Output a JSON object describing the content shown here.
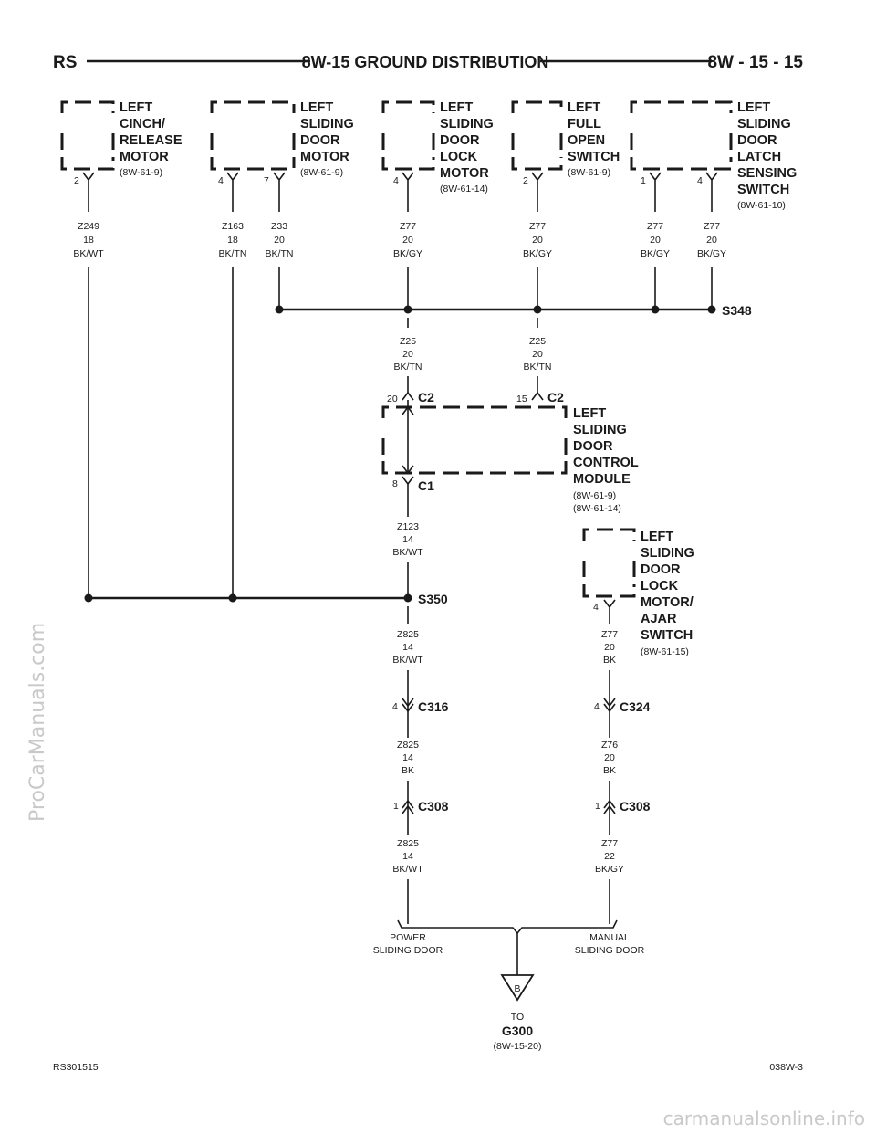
{
  "header": {
    "left": "RS",
    "title": "8W-15 GROUND DISTRIBUTION",
    "right": "8W - 15 - 15"
  },
  "components": {
    "cinch": {
      "lines": [
        "LEFT",
        "CINCH/",
        "RELEASE",
        "MOTOR"
      ],
      "ref": "(8W-61-9)"
    },
    "door_motor": {
      "lines": [
        "LEFT",
        "SLIDING",
        "DOOR",
        "MOTOR"
      ],
      "ref": "(8W-61-9)"
    },
    "lock_motor": {
      "lines": [
        "LEFT",
        "SLIDING",
        "DOOR",
        "LOCK",
        "MOTOR"
      ],
      "ref": "(8W-61-14)"
    },
    "full_open": {
      "lines": [
        "LEFT",
        "FULL",
        "OPEN",
        "SWITCH"
      ],
      "ref": "(8W-61-9)"
    },
    "latch_sensing": {
      "lines": [
        "LEFT",
        "SLIDING",
        "DOOR",
        "LATCH",
        "SENSING",
        "SWITCH"
      ],
      "ref": "(8W-61-10)"
    },
    "control_module": {
      "lines": [
        "LEFT",
        "SLIDING",
        "DOOR",
        "CONTROL",
        "MODULE"
      ],
      "ref1": "(8W-61-9)",
      "ref2": "(8W-61-14)"
    },
    "lock_ajar": {
      "lines": [
        "LEFT",
        "SLIDING",
        "DOOR",
        "LOCK",
        "MOTOR/",
        "AJAR",
        "SWITCH"
      ],
      "ref": "(8W-61-15)"
    }
  },
  "pins": {
    "cinch": "2",
    "door_motor_a": "4",
    "door_motor_b": "7",
    "lock_motor": "4",
    "full_open": "2",
    "latch_a": "1",
    "latch_b": "4",
    "c2_left": "20",
    "c2_right": "15",
    "c1": "8",
    "lock_ajar": "4",
    "c316": "4",
    "c324": "4",
    "c308_left": "1",
    "c308_right": "1"
  },
  "wires": {
    "z249": [
      "Z249",
      "18",
      "BK/WT"
    ],
    "z163": [
      "Z163",
      "18",
      "BK/TN"
    ],
    "z33": [
      "Z33",
      "20",
      "BK/TN"
    ],
    "z77_lock": [
      "Z77",
      "20",
      "BK/GY"
    ],
    "z77_open": [
      "Z77",
      "20",
      "BK/GY"
    ],
    "z77_latch_a": [
      "Z77",
      "20",
      "BK/GY"
    ],
    "z77_latch_b": [
      "Z77",
      "20",
      "BK/GY"
    ],
    "z25_left": [
      "Z25",
      "20",
      "BK/TN"
    ],
    "z25_right": [
      "Z25",
      "20",
      "BK/TN"
    ],
    "z123": [
      "Z123",
      "14",
      "BK/WT"
    ],
    "z825_a": [
      "Z825",
      "14",
      "BK/WT"
    ],
    "z825_b": [
      "Z825",
      "14",
      "BK"
    ],
    "z825_c": [
      "Z825",
      "14",
      "BK/WT"
    ],
    "z77_ajar": [
      "Z77",
      "20",
      "BK"
    ],
    "z76": [
      "Z76",
      "20",
      "BK"
    ],
    "z77_22": [
      "Z77",
      "22",
      "BK/GY"
    ]
  },
  "connectors": {
    "c2_left": "C2",
    "c2_right": "C2",
    "c1": "C1",
    "c316": "C316",
    "c324": "C324",
    "c308_left": "C308",
    "c308_right": "C308"
  },
  "splices": {
    "s348": "S348",
    "s350": "S350"
  },
  "branches": {
    "power": [
      "POWER",
      "SLIDING DOOR"
    ],
    "manual": [
      "MANUAL",
      "SLIDING DOOR"
    ]
  },
  "ground": {
    "letter": "B",
    "to": "TO",
    "name": "G300",
    "ref": "(8W-15-20)"
  },
  "footer": {
    "left": "RS301515",
    "right": "038W-3"
  },
  "watermarks": {
    "side": "ProCarManuals.com",
    "bottom": "carmanualsonline.info"
  }
}
